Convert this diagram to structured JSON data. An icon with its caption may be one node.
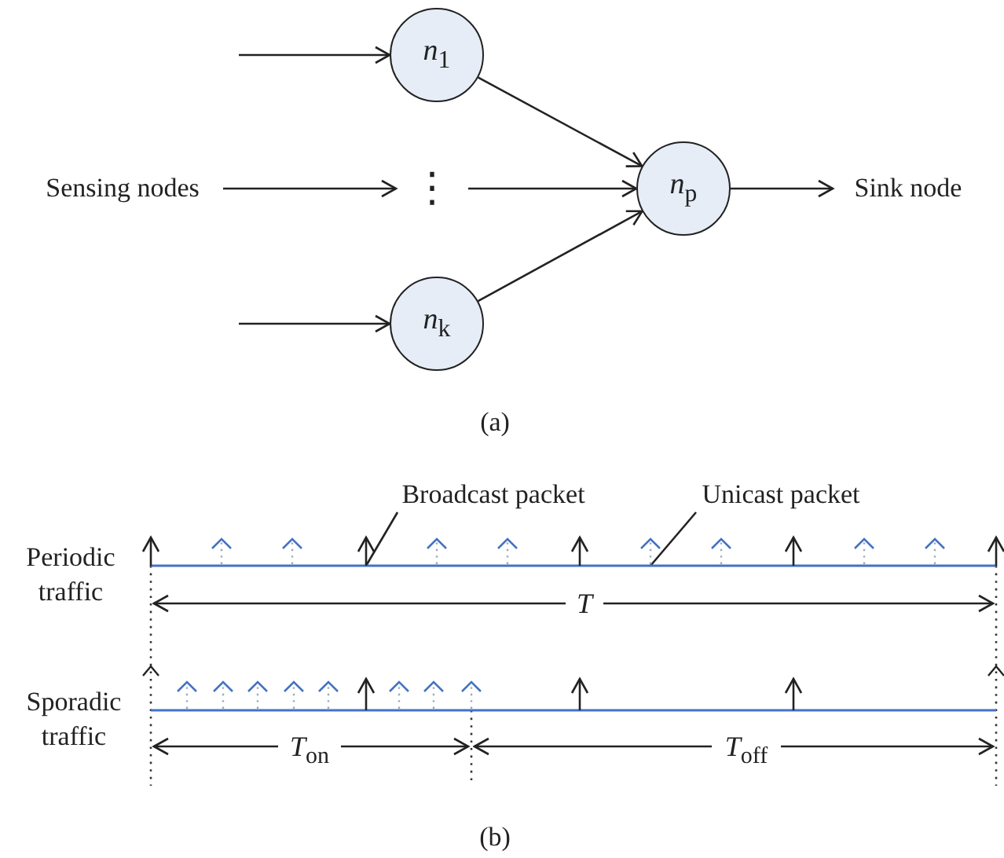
{
  "diagram": {
    "nodes": [
      {
        "text": [
          "Sensing nodes"
        ]
      },
      {
        "text": [
          "*n*$_{1}$"
        ]
      },
      {
        "text": [
          "⋮"
        ]
      },
      {
        "text": [
          "*n*$_{k}$"
        ]
      },
      {
        "text": [
          "*n*$_{p}$"
        ]
      },
      {
        "text": [
          "Sink node"
        ]
      },
      {
        "text": [
          "Broadcast packet"
        ]
      },
      {
        "text": [
          "Unicast packet"
        ]
      }
    ],
    "edges": [
      {
        "from": null,
        "to": 1,
        "arrow": "to"
      },
      {
        "from": 0,
        "to": 2,
        "arrow": "to"
      },
      {
        "from": null,
        "to": 3,
        "arrow": "to"
      },
      {
        "from": 1,
        "to": 4,
        "arrow": "to"
      },
      {
        "from": 2,
        "to": 4,
        "arrow": "to"
      },
      {
        "from": 3,
        "to": 4,
        "arrow": "to"
      },
      {
        "from": 4,
        "to": 5,
        "arrow": "to"
      },
      {
        "from": 6,
        "to": null,
        "arrow": "none"
      },
      {
        "from": 7,
        "to": null,
        "arrow": "none"
      }
    ],
    "labels": [
      "(a)",
      "Periodic traffic",
      "*T*",
      "Sporadic traffic",
      "*T*$_{on}$",
      "*T*$_{off}$",
      "(b)"
    ]
  }
}
